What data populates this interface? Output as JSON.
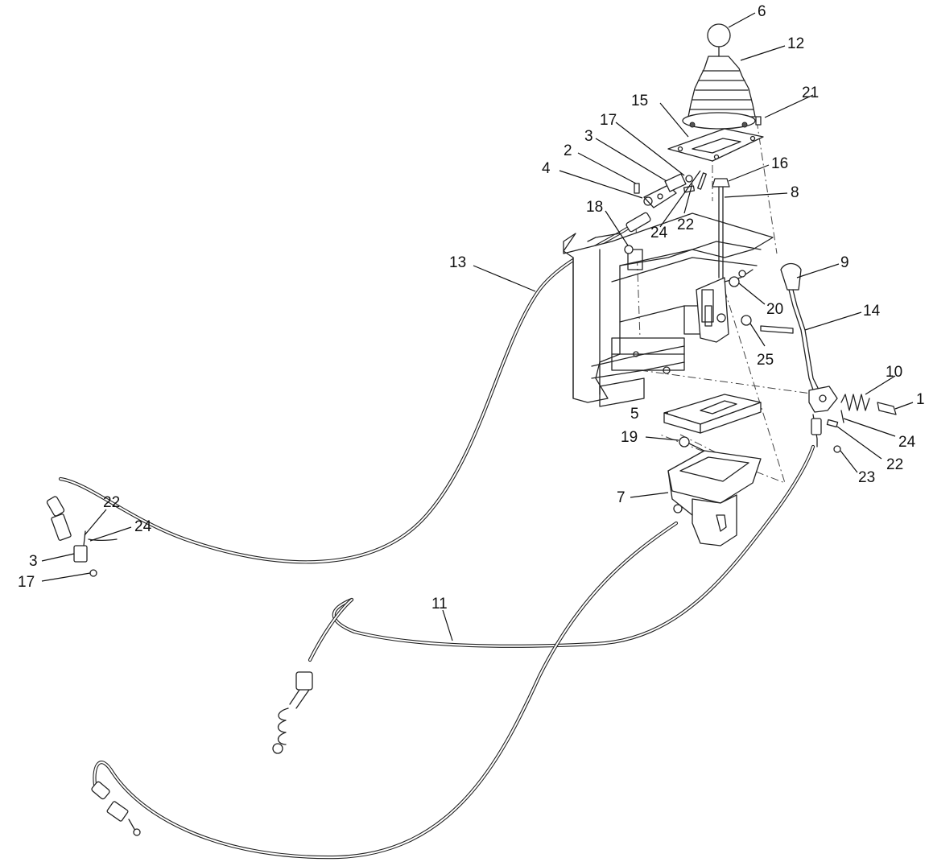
{
  "callouts": [
    {
      "label": "6"
    },
    {
      "label": "12"
    },
    {
      "label": "21"
    },
    {
      "label": "15"
    },
    {
      "label": "17"
    },
    {
      "label": "3"
    },
    {
      "label": "2"
    },
    {
      "label": "16"
    },
    {
      "label": "4"
    },
    {
      "label": "8"
    },
    {
      "label": "18"
    },
    {
      "label": "22"
    },
    {
      "label": "24"
    },
    {
      "label": "13"
    },
    {
      "label": "9"
    },
    {
      "label": "14"
    },
    {
      "label": "20"
    },
    {
      "label": "25"
    },
    {
      "label": "10"
    },
    {
      "label": "1"
    },
    {
      "label": "5"
    },
    {
      "label": "24"
    },
    {
      "label": "19"
    },
    {
      "label": "22"
    },
    {
      "label": "23"
    },
    {
      "label": "7"
    },
    {
      "label": "22"
    },
    {
      "label": "24"
    },
    {
      "label": "3"
    },
    {
      "label": "17"
    },
    {
      "label": "11"
    }
  ]
}
